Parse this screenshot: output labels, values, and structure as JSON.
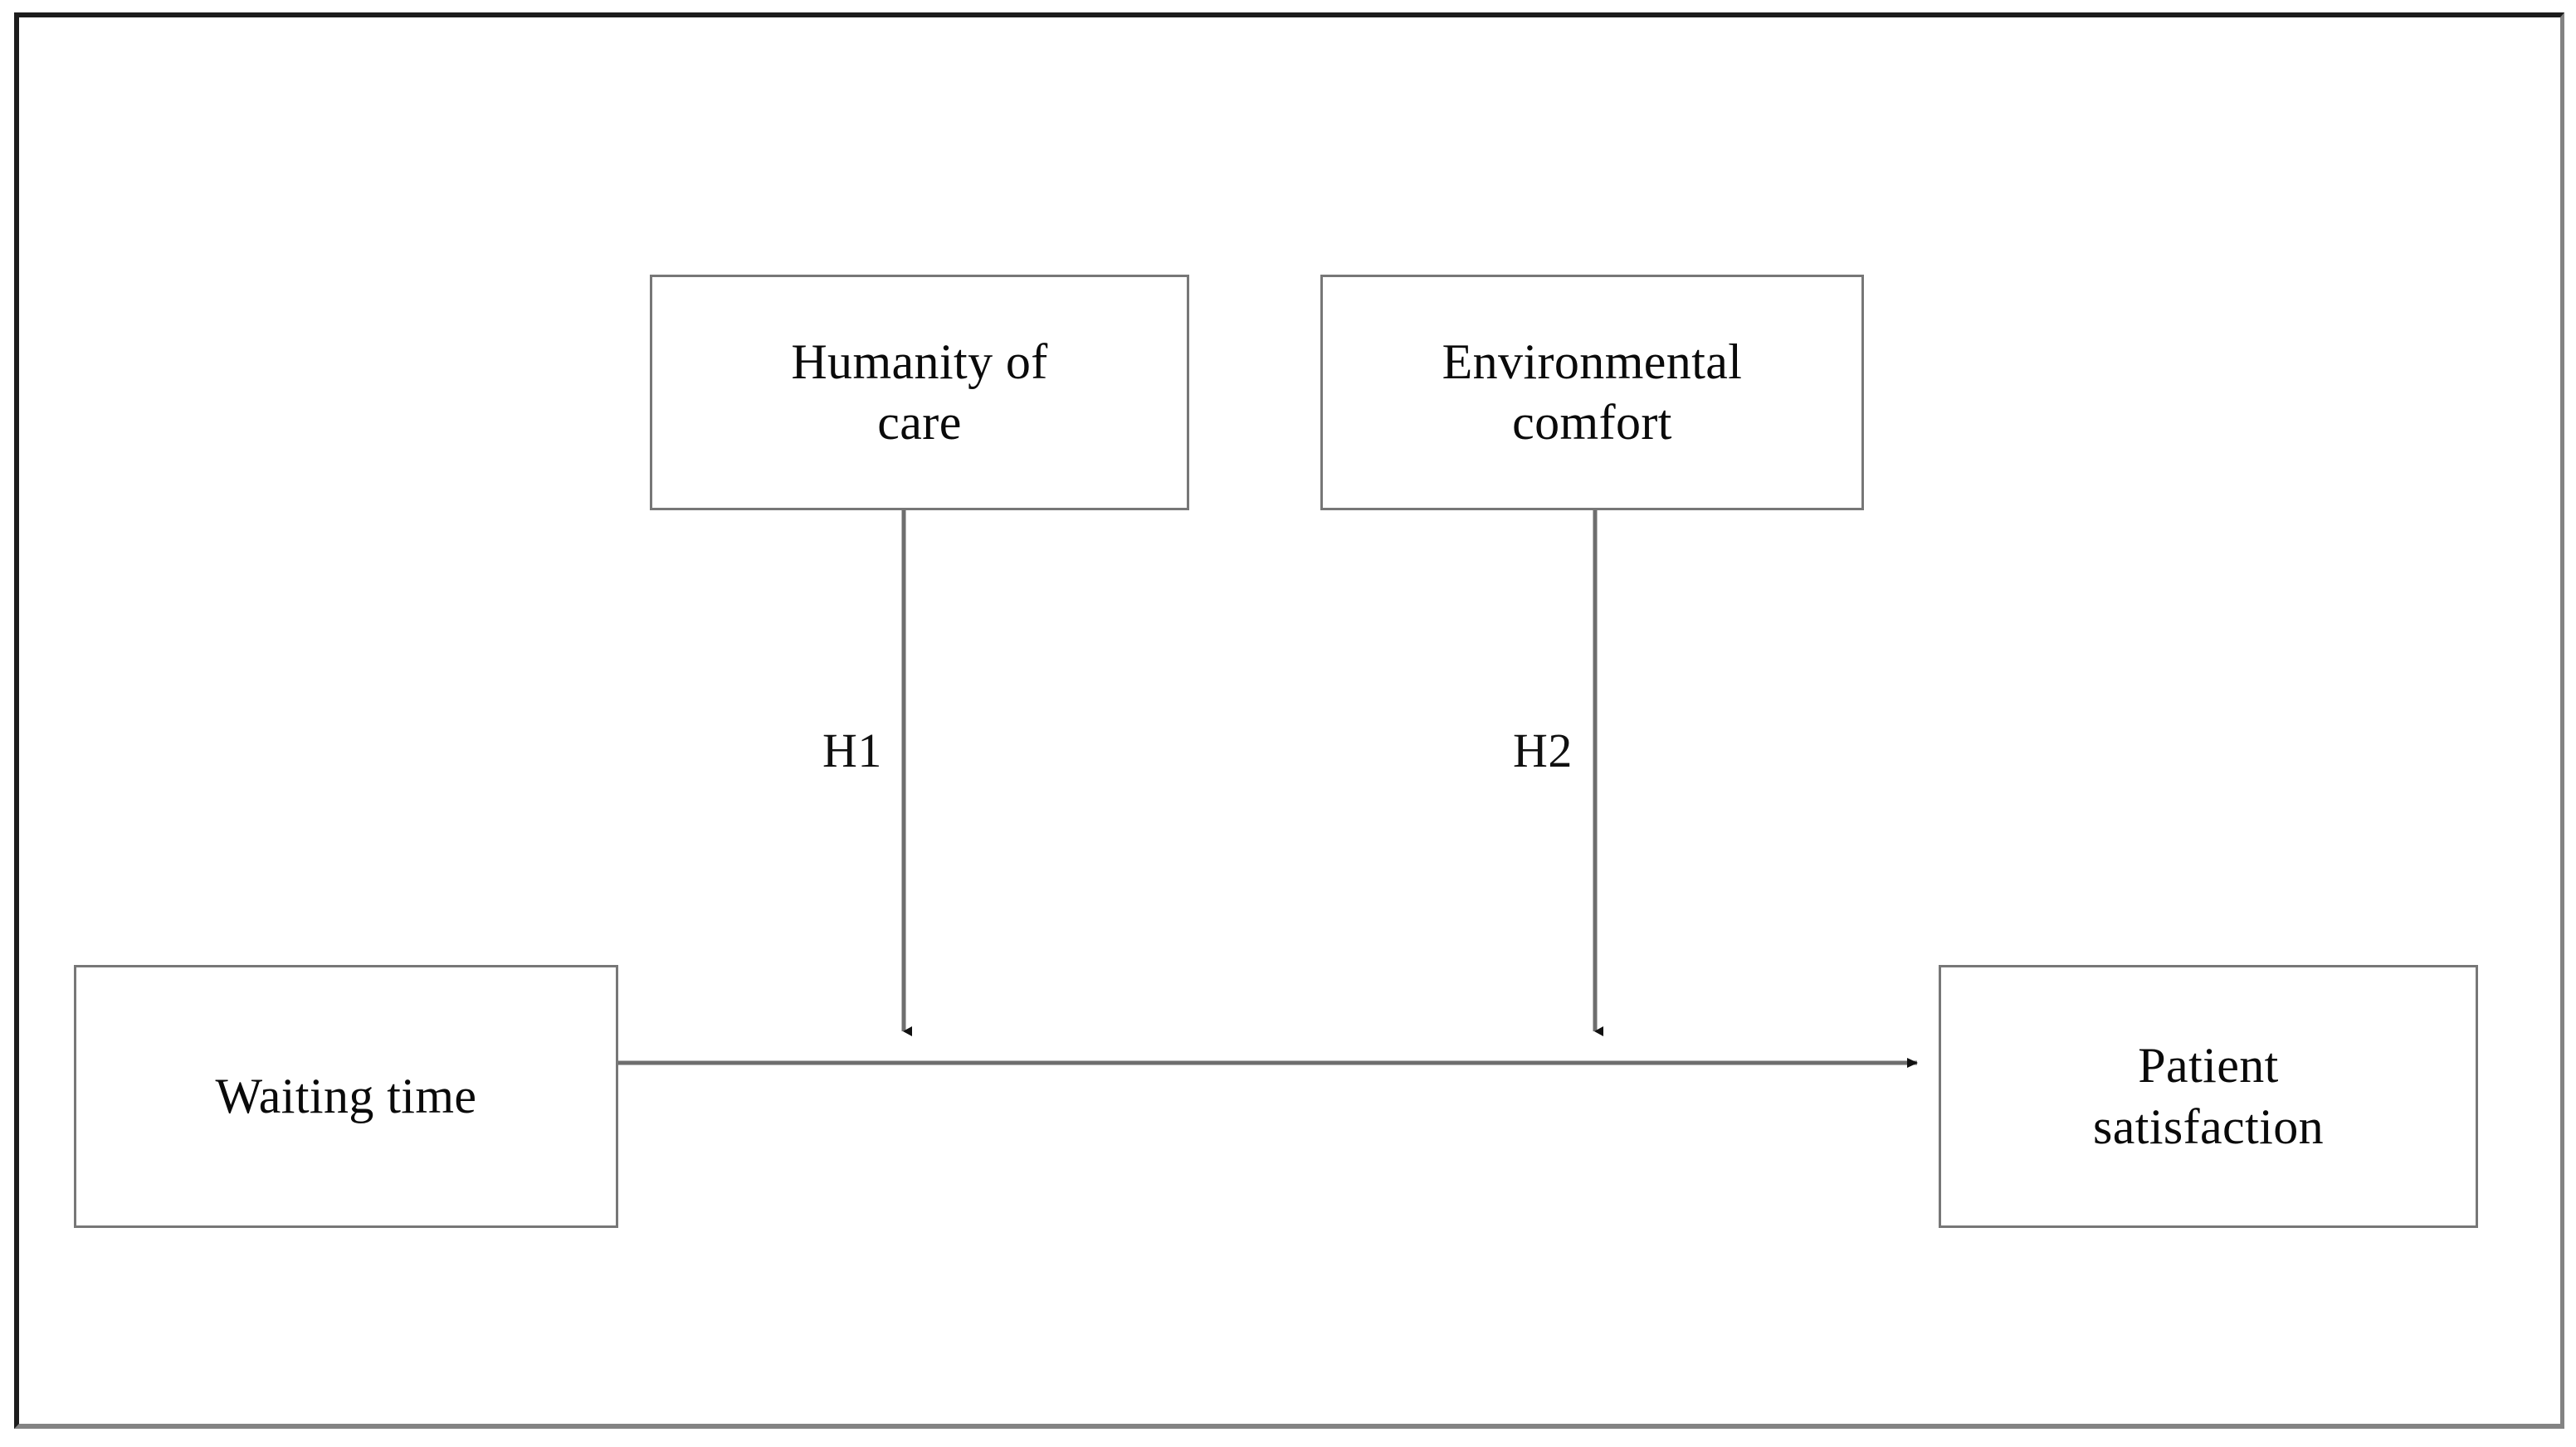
{
  "diagram": {
    "type": "conceptual-model",
    "background_color": "#ffffff",
    "frame": {
      "border_dark_color": "#1c1c1c",
      "border_light_color": "#838383"
    },
    "nodes": [
      {
        "id": "humanity-of-care",
        "label": "Humanity of\ncare",
        "line1": "Humanity of",
        "line2": "care",
        "role": "moderator"
      },
      {
        "id": "environmental-comfort",
        "label": "Environmental\ncomfort",
        "line1": "Environmental",
        "line2": "comfort",
        "role": "moderator"
      },
      {
        "id": "waiting-time",
        "label": "Waiting  time",
        "role": "independent-variable"
      },
      {
        "id": "patient-satisfaction",
        "label": "Patient\nsatisfaction",
        "line1": "Patient",
        "line2": "satisfaction",
        "role": "dependent-variable"
      }
    ],
    "edges": [
      {
        "id": "h1",
        "label": "H1",
        "from": "humanity-of-care",
        "to": "waiting-time-to-patient-satisfaction-path",
        "direction": "down",
        "arrowhead": true,
        "color": "#6e6e6e"
      },
      {
        "id": "h2",
        "label": "H2",
        "from": "environmental-comfort",
        "to": "waiting-time-to-patient-satisfaction-path",
        "direction": "down",
        "arrowhead": true,
        "color": "#6e6e6e"
      },
      {
        "id": "main-path",
        "label": "",
        "from": "waiting-time",
        "to": "patient-satisfaction",
        "direction": "right",
        "arrowhead": true,
        "color": "#6e6e6e"
      }
    ]
  }
}
